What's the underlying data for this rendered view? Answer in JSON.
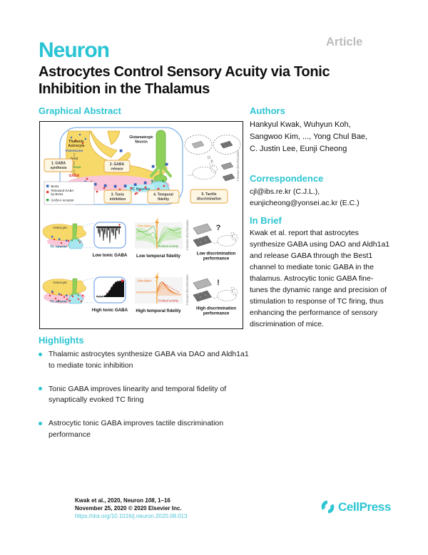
{
  "page": {
    "journal_logo": "Neuron",
    "article_label": "Article",
    "title": "Astrocytes Control Sensory Acuity via Tonic\nInhibition in the Thalamus"
  },
  "left_column": {
    "graphical_abstract_heading": "Graphical Abstract",
    "highlights_heading": "Highlights",
    "highlights": [
      "Thalamic astrocytes synthesize GABA via DAO and Aldh1a1 to mediate tonic inhibition",
      "Tonic GABA improves linearity and temporal fidelity of synaptically evoked TC firing",
      "Astrocytic tonic GABA improves tactile discrimination performance"
    ]
  },
  "right_column": {
    "authors_heading": "Authors",
    "authors": "Hankyul Kwak, Wuhyun Koh,\nSangwoo Kim, ..., Yong Chul Bae,\nC. Justin Lee, Eunji Cheong",
    "correspondence_heading": "Correspondence",
    "correspondence": "cjl@ibs.re.kr (C.J.L.),\neunjicheong@yonsei.ac.kr (E.C.)",
    "in_brief_heading": "In Brief",
    "in_brief": "Kwak et al. report that astrocytes synthesize GABA using DAO and Aldh1a1 and release GABA through the Best1 channel to mediate tonic GABA in the thalamus. Astrocytic tonic GABA fine-tunes the dynamic range and precision of stimulation to response of TC firing, thus enhancing the performance of sensory discrimination of mice."
  },
  "figure": {
    "astrocyte_label": [
      "Thalamic",
      "Astrocyte"
    ],
    "cascade": [
      "Putrescine",
      "DAO",
      "Aldh1a1",
      "GABA"
    ],
    "glut_neuron_label": [
      "Glutamatergic",
      "Neuron"
    ],
    "tc_neuron_label": "TC Neuron",
    "steps": [
      [
        "1. GABA",
        "synthesis"
      ],
      [
        "2. GABA",
        "release"
      ],
      [
        "3. Tonic",
        "inhibition"
      ],
      [
        "4. Temporal",
        "fidelity"
      ],
      [
        "5. Tactile",
        "discrimination"
      ]
    ],
    "legend": {
      "best1": "Best1",
      "released": [
        "Released GABA",
        "by Best1"
      ],
      "receptor": "GABAA receptor"
    },
    "vertical_label": "2-texture discrimination",
    "rows": [
      {
        "astrocyte": "Astrocyte",
        "tc_neuron": "TC neuron",
        "tonic_label": "Low tonic GABA",
        "fidelity_label": "Low temporal fidelity",
        "stim_label": "Stimulation",
        "evoked_label": "Evoked activity",
        "mark": "?",
        "perf_label": [
          "Low discrimination",
          "performance"
        ]
      },
      {
        "astrocyte": "Astrocyte",
        "tc_neuron": "TC neuron",
        "tonic_label": "High tonic GABA",
        "fidelity_label": "High temporal fidelity",
        "stim_label": "Stimulation",
        "evoked_label": "Evoked activity",
        "mark": "!",
        "perf_label": [
          "High discrimination",
          "performance"
        ]
      }
    ]
  },
  "footer": {
    "citation_pre": "Kwak et al., 2020, Neuron ",
    "citation_volume": "108",
    "citation_post": ", 1–16",
    "date_line": "November 25, 2020 © 2020 Elsevier Inc.",
    "doi": "https://doi.org/10.1016/j.neuron.2020.08.013",
    "publisher": "CellPress"
  }
}
